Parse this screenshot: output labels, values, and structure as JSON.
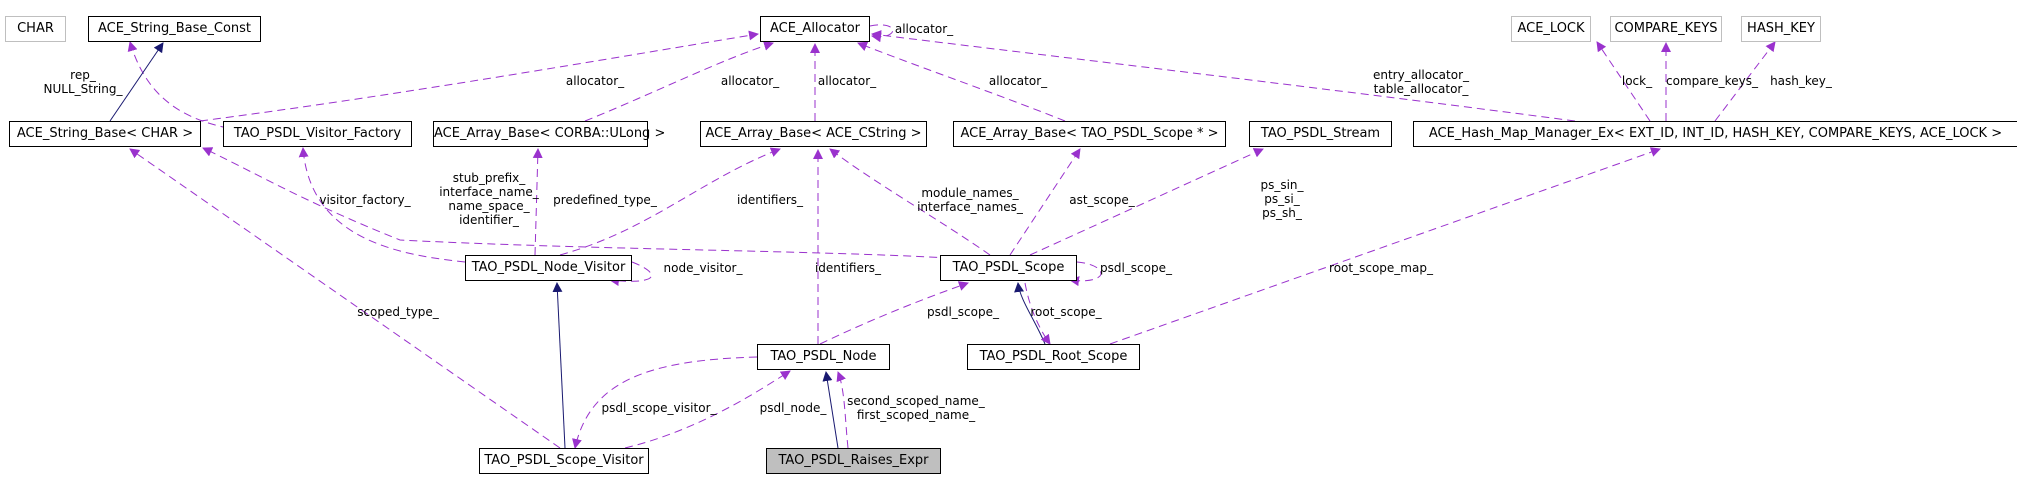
{
  "diagram": {
    "title": "TAO_PSDL_Raises_Expr collaboration graph",
    "colors": {
      "usage_edge": "#9a32cd",
      "inheritance_edge": "#191970",
      "focus_fill": "#bfbfbf",
      "external_border": "#bfbfbf"
    },
    "nodes": {
      "char": "CHAR",
      "string_base_const": "ACE_String_Base_Const",
      "allocator": "ACE_Allocator",
      "ace_lock": "ACE_LOCK",
      "compare_keys": "COMPARE_KEYS",
      "hash_key": "HASH_KEY",
      "string_base": "ACE_String_Base< CHAR >",
      "visitor_factory": "TAO_PSDL_Visitor_Factory",
      "array_ulong": "ACE_Array_Base< CORBA::ULong >",
      "array_cstring": "ACE_Array_Base< ACE_CString >",
      "array_scope": "ACE_Array_Base< TAO_PSDL_Scope * >",
      "stream": "TAO_PSDL_Stream",
      "hash_map": "ACE_Hash_Map_Manager_Ex< EXT_ID, INT_ID, HASH_KEY, COMPARE_KEYS, ACE_LOCK >",
      "node_visitor": "TAO_PSDL_Node_Visitor",
      "scope": "TAO_PSDL_Scope",
      "node": "TAO_PSDL_Node",
      "root_scope": "TAO_PSDL_Root_Scope",
      "scope_visitor": "TAO_PSDL_Scope_Visitor",
      "raises_expr": "TAO_PSDL_Raises_Expr"
    },
    "labels": {
      "rep_null": "rep_\nNULL_String_",
      "alloc_1": "allocator_",
      "alloc_2": "allocator_",
      "alloc_3": "allocator_",
      "alloc_4": "allocator_",
      "alloc_self": "allocator_",
      "entry_table": "entry_allocator_\ntable_allocator_",
      "lock": "lock_",
      "compare_keys": "compare_keys_",
      "hash_key": "hash_key_",
      "stub_prefix": "stub_prefix_\ninterface_name_\nname_space_\nidentifier_",
      "visitor_factory": "visitor_factory_",
      "predefined_type": "predefined_type_",
      "identifiers_1": "identifiers_",
      "module_names": "module_names_\ninterface_names_",
      "ast_scope": "ast_scope_",
      "ps_streams": "ps_sin_\nps_si_\nps_sh_",
      "node_visitor": "node_visitor_",
      "identifiers_2": "identifiers_",
      "psdl_scope_self": "psdl_scope_",
      "root_scope_map": "root_scope_map_",
      "scoped_type": "scoped_type_",
      "psdl_scope_node": "psdl_scope_",
      "root_scope": "root_scope_",
      "psdl_scope_visitor": "psdl_scope_visitor_",
      "psdl_node": "psdl_node_",
      "scoped_names": "second_scoped_name_\nfirst_scoped_name_"
    }
  }
}
